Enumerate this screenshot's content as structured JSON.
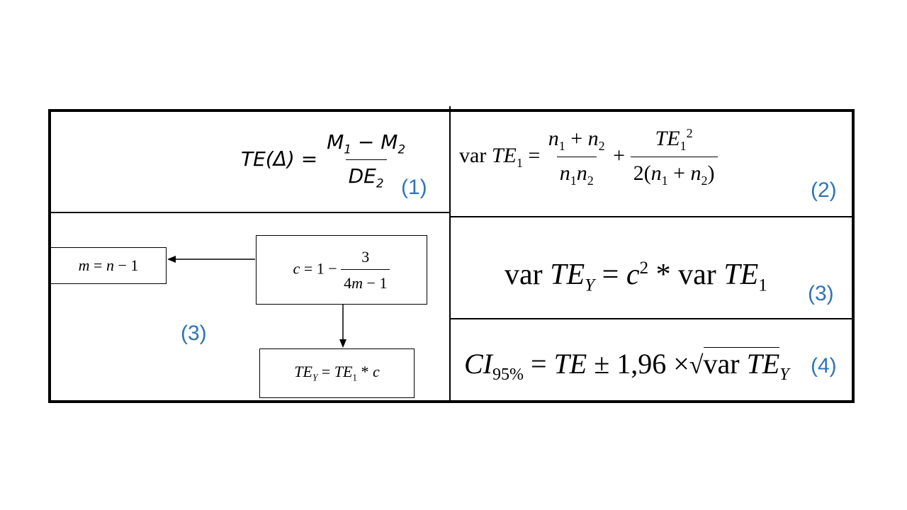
{
  "labels": {
    "eq1": "(1)",
    "eq2": "(2)",
    "eq3_right": "(3)",
    "eq3_left": "(3)",
    "eq4": "(4)"
  },
  "formulas": {
    "eq1": {
      "lhs": "TE(Δ) =",
      "num": "M1 − M2",
      "den": "DE2"
    },
    "eq2": {
      "lhs": "var TE1 =",
      "num1": "n1 + n2",
      "den1": "n1n2",
      "num2": "TE1 2",
      "den2": "2(n1 + n2)"
    },
    "eq3": "var TEY = c2 * var TE1",
    "eq4": "CI95% = TE ± 1,96 × √var TE Y",
    "box_m": "m = n − 1",
    "box_c": "c = 1 − 3 / (4m − 1)",
    "box_te": "TEY = TE1 * c"
  }
}
